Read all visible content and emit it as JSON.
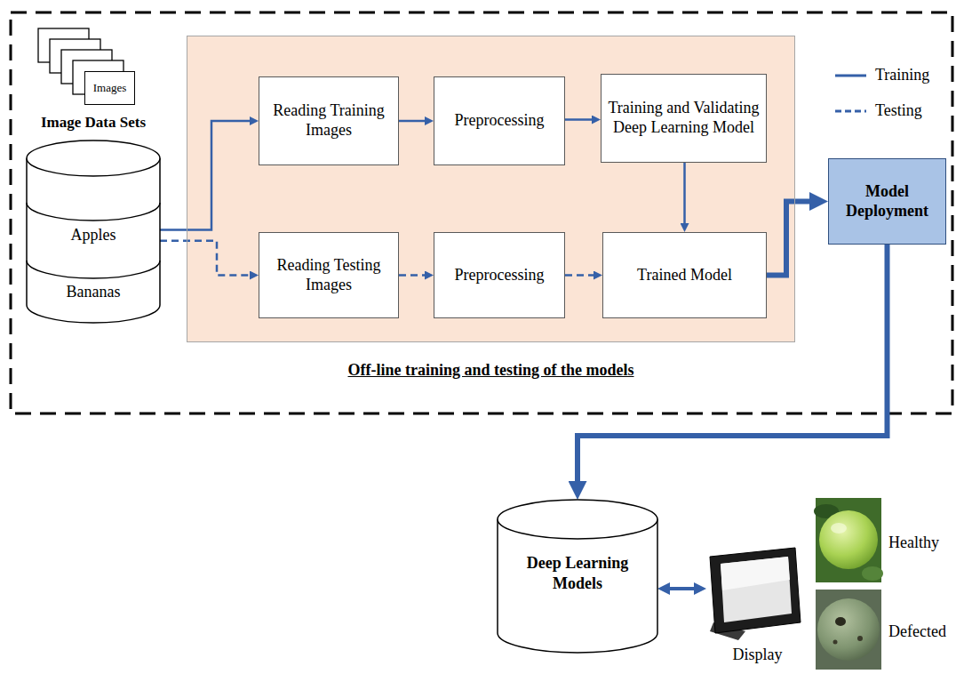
{
  "diagram": {
    "nodes": [
      {
        "text": [
          "Off-line training and testing of the models"
        ]
      },
      {
        "text": [
          "Reading Training Images"
        ],
        "in": 0
      },
      {
        "text": [
          "Preprocessing"
        ],
        "in": 0
      },
      {
        "text": [
          "Training and Validating Deep Learning Model"
        ],
        "in": 0
      },
      {
        "text": [
          "Reading Testing Images"
        ],
        "in": 0
      },
      {
        "text": [
          "Preprocessing"
        ],
        "in": 0
      },
      {
        "text": [
          "Trained Model"
        ],
        "in": 0
      },
      {
        "text": [
          "Images"
        ]
      },
      {
        "text": [
          "Image Data Sets",
          "Apples",
          "Bananas"
        ]
      },
      {
        "text": [
          "Model Deployment"
        ]
      },
      {
        "text": [
          "Deep Learning Models"
        ]
      },
      {
        "text": [
          "Display"
        ]
      }
    ],
    "edges": [
      {
        "from": 8,
        "to": 1,
        "arrow": "to"
      },
      {
        "from": 8,
        "to": 4,
        "arrow": "to"
      },
      {
        "from": 1,
        "to": 2,
        "arrow": "to"
      },
      {
        "from": 2,
        "to": 3,
        "arrow": "to"
      },
      {
        "from": 3,
        "to": 6,
        "arrow": "to"
      },
      {
        "from": 4,
        "to": 5,
        "arrow": "to"
      },
      {
        "from": 5,
        "to": 6,
        "arrow": "to"
      },
      {
        "from": 6,
        "to": 9,
        "arrow": "to"
      },
      {
        "from": 9,
        "to": 10,
        "arrow": "to"
      },
      {
        "from": 10,
        "to": 11,
        "arrow": "both"
      }
    ],
    "labels": [
      "Healthy",
      "Defected"
    ],
    "legend": [
      {
        "text": "Training"
      },
      {
        "text": "Testing"
      }
    ]
  }
}
